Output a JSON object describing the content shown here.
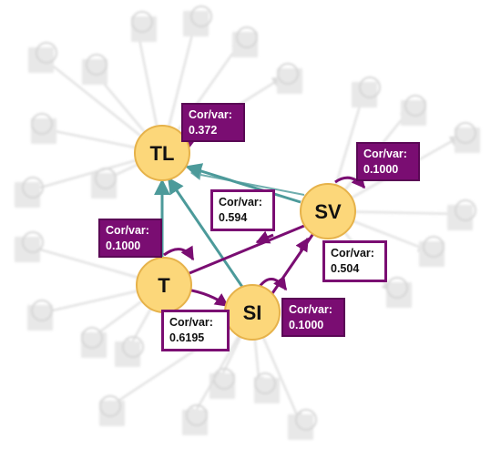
{
  "nodes": {
    "tl": "TL",
    "sv": "SV",
    "t": "T",
    "si": "SI"
  },
  "boxes": {
    "tl_var": {
      "title": "Cor/var:",
      "value": "0.372"
    },
    "sv_var": {
      "title": "Cor/var:",
      "value": "0.1000"
    },
    "sv_t": {
      "title": "Cor/var:",
      "value": "0.594"
    },
    "t_var": {
      "title": "Cor/var:",
      "value": "0.1000"
    },
    "sv_si": {
      "title": "Cor/var:",
      "value": "0.504"
    },
    "si_var": {
      "title": "Cor/var:",
      "value": "0.1000"
    },
    "t_si": {
      "title": "Cor/var:",
      "value": "0.6195"
    }
  },
  "colors": {
    "node_fill": "#fcd77a",
    "node_stroke": "#e6b24a",
    "teal": "#4c9a9a",
    "purple": "#7a0d72",
    "ghost": "#d9d9d9"
  }
}
